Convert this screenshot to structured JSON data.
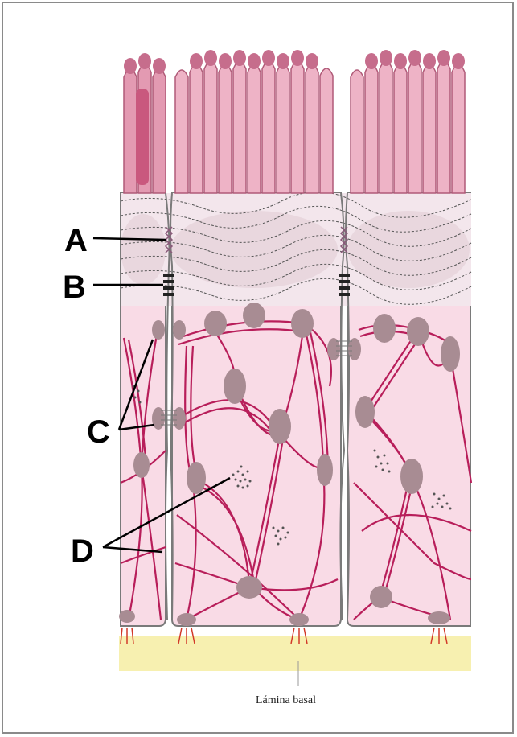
{
  "labels": {
    "a": "A",
    "b": "B",
    "c": "C",
    "d": "D"
  },
  "caption": "Lámina basal",
  "colors": {
    "cytoplasm": "#f9dbe6",
    "microvilli": "#d9849f",
    "filament": "#b81e5a",
    "desmosome": "#a88c93",
    "basal_lamina": "#f7f0b0",
    "terminal_web": "#e6d3db"
  }
}
